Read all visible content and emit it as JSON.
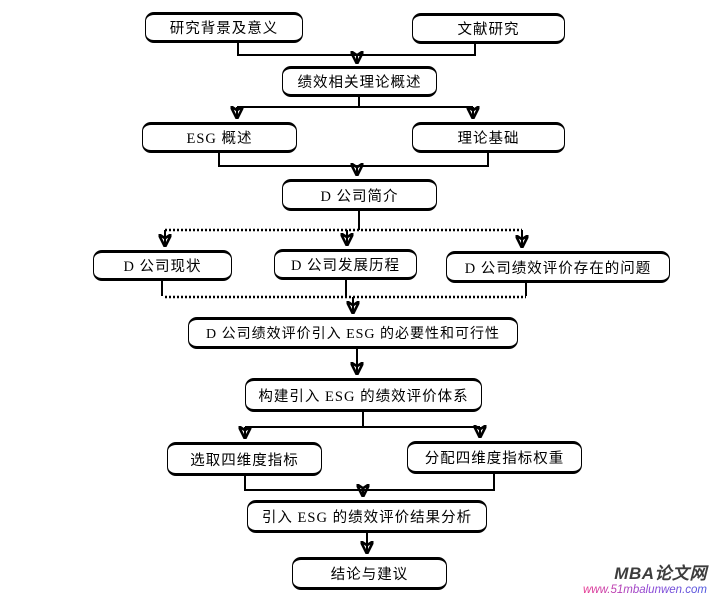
{
  "page": {
    "background": "#ffffff"
  },
  "colors": {
    "line": "#000000",
    "box_border": "#000000",
    "box_fill": "#ffffff",
    "text": "#000000",
    "watermark_title": "#3d3d3d",
    "watermark_url_gradient": [
      "#e8368f",
      "#8a45d6",
      "#4a55dd"
    ]
  },
  "nodes": [
    {
      "id": "research-background",
      "label": "研究背景及意义"
    },
    {
      "id": "literature-research",
      "label": "文献研究"
    },
    {
      "id": "performance-theory-overview",
      "label": "绩效相关理论概述"
    },
    {
      "id": "esg-overview",
      "label": "ESG 概述"
    },
    {
      "id": "theoretical-basis",
      "label": "理论基础"
    },
    {
      "id": "company-d-intro",
      "label": "D 公司简介"
    },
    {
      "id": "company-d-status",
      "label": "D 公司现状"
    },
    {
      "id": "company-d-history",
      "label": "D 公司发展历程"
    },
    {
      "id": "company-d-evaluation-problems",
      "label": "D 公司绩效评价存在的问题"
    },
    {
      "id": "necessity-feasibility",
      "label": "D 公司绩效评价引入 ESG 的必要性和可行性"
    },
    {
      "id": "build-esg-system",
      "label": "构建引入 ESG 的绩效评价体系"
    },
    {
      "id": "select-indicators",
      "label": "选取四维度指标"
    },
    {
      "id": "assign-weights",
      "label": "分配四维度指标权重"
    },
    {
      "id": "result-analysis",
      "label": "引入 ESG 的绩效评价结果分析"
    },
    {
      "id": "conclusion-suggestions",
      "label": "结论与建议"
    }
  ],
  "watermark": {
    "title": "MBA论文网",
    "url": "www.51mbalunwen.com"
  }
}
